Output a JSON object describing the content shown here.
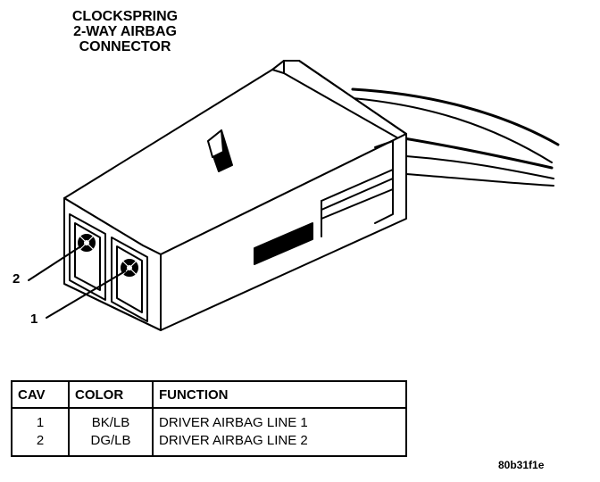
{
  "title": {
    "lines": [
      "CLOCKSPRING",
      "2-WAY AIRBAG",
      "CONNECTOR"
    ]
  },
  "callouts": {
    "pin1": "1",
    "pin2": "2"
  },
  "table": {
    "headers": [
      "CAV",
      "COLOR",
      "FUNCTION"
    ],
    "rows": [
      {
        "cav": "1",
        "color": "BK/LB",
        "function": "DRIVER AIRBAG LINE 1"
      },
      {
        "cav": "2",
        "color": "DG/LB",
        "function": "DRIVER AIRBAG LINE 2"
      }
    ]
  },
  "figure_id": "80b31f1e"
}
